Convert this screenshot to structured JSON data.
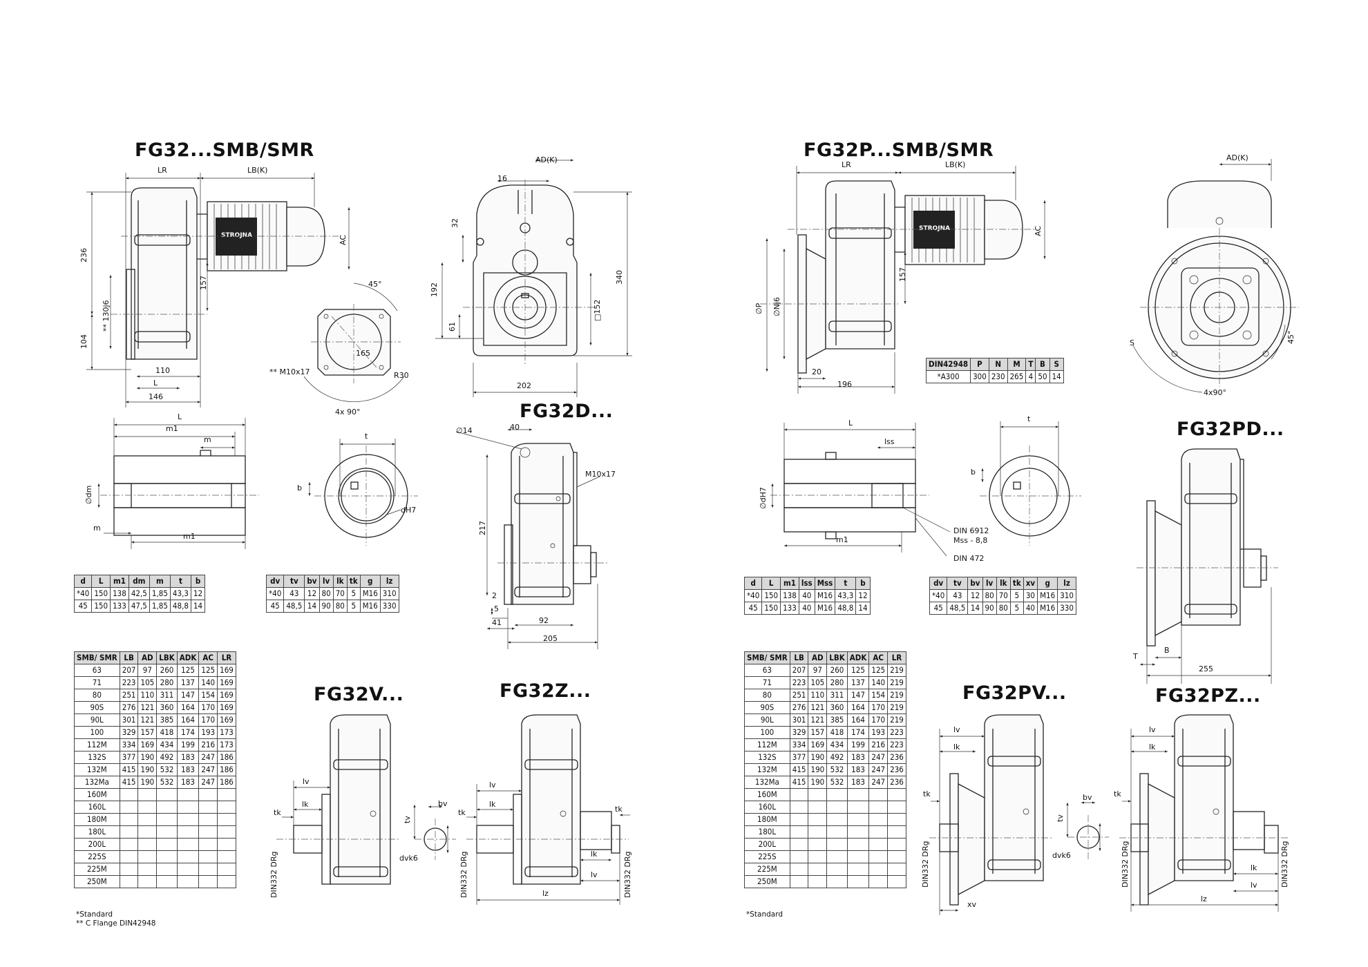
{
  "titles": {
    "fg32_smb": "FG32...SMB/SMR",
    "fg32p_smb": "FG32P...SMB/SMR",
    "fg32d": "FG32D...",
    "fg32pd": "FG32PD...",
    "fg32v": "FG32V...",
    "fg32z": "FG32Z...",
    "fg32pv": "FG32PV...",
    "fg32pz": "FG32PZ..."
  },
  "brand": "STROJNA",
  "dim_labels": {
    "LR": "LR",
    "LBK": "LB(K)",
    "ADK": "AD(K)",
    "AC": "AC",
    "d236": "236",
    "d104": "104",
    "d157": "157",
    "d130j6": "** 130j6",
    "d110": "110",
    "L": "L",
    "d146": "146",
    "d45": "45°",
    "d165": "165",
    "R30": "R30",
    "M10x17": "** M10x17",
    "x4_90": "4x 90°",
    "d16": "16",
    "d32": "32",
    "d192": "192",
    "d61": "61",
    "d340": "340",
    "sq152": "□152",
    "d202": "202",
    "m1": "m1",
    "m": "m",
    "dm": "∅dm",
    "t": "t",
    "b": "b",
    "dH7": "dH7",
    "d14": "∅14",
    "d40": "40",
    "M10x17b": "M10x17",
    "d217": "217",
    "d2": "2",
    "d5": "5",
    "d41": "41",
    "d92": "92",
    "d205": "205",
    "P": "∅P",
    "Nj6": "∅Nj6",
    "d20": "20",
    "d196": "196",
    "S": "S",
    "d45b": "45°",
    "x4_90b": "4x90°",
    "dH7b": "∅dH7",
    "lss": "lss",
    "din6912": "DIN 6912",
    "mss": "Mss - 8,8",
    "din472": "DIN 472",
    "T": "T",
    "B": "B",
    "d255": "255",
    "lv": "lv",
    "lk": "lk",
    "tk": "tk",
    "tv": "tv",
    "bv": "bv",
    "dvk6": "dvk6",
    "lz": "lz",
    "xv": "xv",
    "drg": "DIN332 DRg"
  },
  "flange_table": {
    "headers": [
      "DIN42948",
      "P",
      "N",
      "M",
      "T",
      "B",
      "S"
    ],
    "rows": [
      [
        "*A300",
        "300",
        "230",
        "265",
        "4",
        "50",
        "14"
      ]
    ]
  },
  "shaft_table_left": {
    "headers": [
      "d",
      "L",
      "m1",
      "dm",
      "m",
      "t",
      "b"
    ],
    "rows": [
      [
        "*40",
        "150",
        "138",
        "42,5",
        "1,85",
        "43,3",
        "12"
      ],
      [
        "45",
        "150",
        "133",
        "47,5",
        "1,85",
        "48,8",
        "14"
      ]
    ]
  },
  "out_table_left": {
    "headers": [
      "dv",
      "tv",
      "bv",
      "lv",
      "lk",
      "tk",
      "g",
      "lz"
    ],
    "rows": [
      [
        "*40",
        "43",
        "12",
        "80",
        "70",
        "5",
        "M16",
        "310"
      ],
      [
        "45",
        "48,5",
        "14",
        "90",
        "80",
        "5",
        "M16",
        "330"
      ]
    ]
  },
  "shaft_table_right": {
    "headers": [
      "d",
      "L",
      "m1",
      "lss",
      "Mss",
      "t",
      "b"
    ],
    "rows": [
      [
        "*40",
        "150",
        "138",
        "40",
        "M16",
        "43,3",
        "12"
      ],
      [
        "45",
        "150",
        "133",
        "40",
        "M16",
        "48,8",
        "14"
      ]
    ]
  },
  "out_table_right": {
    "headers": [
      "dv",
      "tv",
      "bv",
      "lv",
      "lk",
      "tk",
      "xv",
      "g",
      "lz"
    ],
    "rows": [
      [
        "*40",
        "43",
        "12",
        "80",
        "70",
        "5",
        "30",
        "M16",
        "310"
      ],
      [
        "45",
        "48,5",
        "14",
        "90",
        "80",
        "5",
        "40",
        "M16",
        "330"
      ]
    ]
  },
  "motor_table_left": {
    "headers": [
      "SMB/ SMR",
      "LB",
      "AD",
      "LBK",
      "ADK",
      "AC",
      "LR"
    ],
    "rows": [
      [
        "63",
        "207",
        "97",
        "260",
        "125",
        "125",
        "169"
      ],
      [
        "71",
        "223",
        "105",
        "280",
        "137",
        "140",
        "169"
      ],
      [
        "80",
        "251",
        "110",
        "311",
        "147",
        "154",
        "169"
      ],
      [
        "90S",
        "276",
        "121",
        "360",
        "164",
        "170",
        "169"
      ],
      [
        "90L",
        "301",
        "121",
        "385",
        "164",
        "170",
        "169"
      ],
      [
        "100",
        "329",
        "157",
        "418",
        "174",
        "193",
        "173"
      ],
      [
        "112M",
        "334",
        "169",
        "434",
        "199",
        "216",
        "173"
      ],
      [
        "132S",
        "377",
        "190",
        "492",
        "183",
        "247",
        "186"
      ],
      [
        "132M",
        "415",
        "190",
        "532",
        "183",
        "247",
        "186"
      ],
      [
        "132Ma",
        "415",
        "190",
        "532",
        "183",
        "247",
        "186"
      ],
      [
        "160M",
        "",
        "",
        "",
        "",
        "",
        ""
      ],
      [
        "160L",
        "",
        "",
        "",
        "",
        "",
        ""
      ],
      [
        "180M",
        "",
        "",
        "",
        "",
        "",
        ""
      ],
      [
        "180L",
        "",
        "",
        "",
        "",
        "",
        ""
      ],
      [
        "200L",
        "",
        "",
        "",
        "",
        "",
        ""
      ],
      [
        "225S",
        "",
        "",
        "",
        "",
        "",
        ""
      ],
      [
        "225M",
        "",
        "",
        "",
        "",
        "",
        ""
      ],
      [
        "250M",
        "",
        "",
        "",
        "",
        "",
        ""
      ]
    ]
  },
  "motor_table_right": {
    "headers": [
      "SMB/ SMR",
      "LB",
      "AD",
      "LBK",
      "ADK",
      "AC",
      "LR"
    ],
    "rows": [
      [
        "63",
        "207",
        "97",
        "260",
        "125",
        "125",
        "219"
      ],
      [
        "71",
        "223",
        "105",
        "280",
        "137",
        "140",
        "219"
      ],
      [
        "80",
        "251",
        "110",
        "311",
        "147",
        "154",
        "219"
      ],
      [
        "90S",
        "276",
        "121",
        "360",
        "164",
        "170",
        "219"
      ],
      [
        "90L",
        "301",
        "121",
        "385",
        "164",
        "170",
        "219"
      ],
      [
        "100",
        "329",
        "157",
        "418",
        "174",
        "193",
        "223"
      ],
      [
        "112M",
        "334",
        "169",
        "434",
        "199",
        "216",
        "223"
      ],
      [
        "132S",
        "377",
        "190",
        "492",
        "183",
        "247",
        "236"
      ],
      [
        "132M",
        "415",
        "190",
        "532",
        "183",
        "247",
        "236"
      ],
      [
        "132Ma",
        "415",
        "190",
        "532",
        "183",
        "247",
        "236"
      ],
      [
        "160M",
        "",
        "",
        "",
        "",
        "",
        ""
      ],
      [
        "160L",
        "",
        "",
        "",
        "",
        "",
        ""
      ],
      [
        "180M",
        "",
        "",
        "",
        "",
        "",
        ""
      ],
      [
        "180L",
        "",
        "",
        "",
        "",
        "",
        ""
      ],
      [
        "200L",
        "",
        "",
        "",
        "",
        "",
        ""
      ],
      [
        "225S",
        "",
        "",
        "",
        "",
        "",
        ""
      ],
      [
        "225M",
        "",
        "",
        "",
        "",
        "",
        ""
      ],
      [
        "250M",
        "",
        "",
        "",
        "",
        "",
        ""
      ]
    ]
  },
  "notes": {
    "standard_left": "*Standard",
    "cflange_left": "** C Flange DIN42948",
    "standard_right": "*Standard"
  }
}
